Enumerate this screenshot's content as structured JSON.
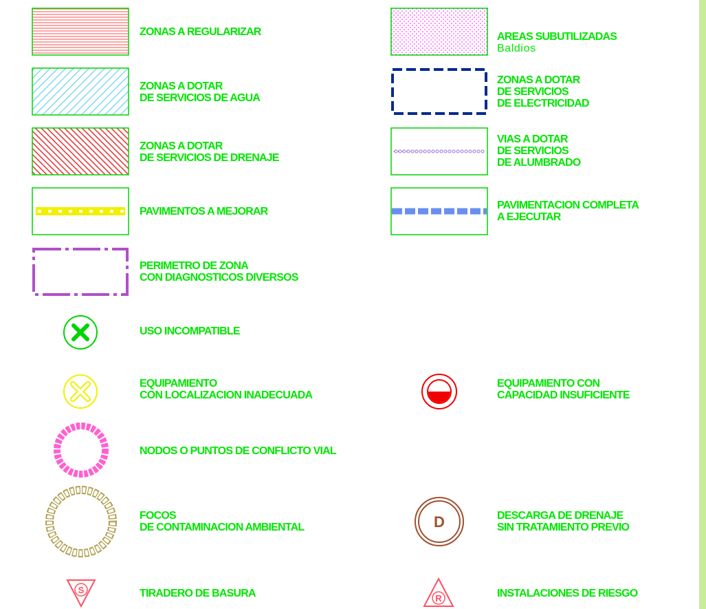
{
  "legend": {
    "items": [
      {
        "key": "zonas-regularizar",
        "text": "ZONAS A REGULARIZAR",
        "pattern_color": "#ff6b6b"
      },
      {
        "key": "areas-subutilizadas",
        "text": "AREAS SUBUTILIZADAS",
        "subtext": "Baldios",
        "pattern_color": "#ff40ff"
      },
      {
        "key": "zonas-agua",
        "text": "ZONAS A DOTAR\nDE SERVICIOS DE AGUA",
        "pattern_color": "#62d0f0"
      },
      {
        "key": "zonas-electricidad",
        "text": "ZONAS A DOTAR\nDE SERVICIOS\nDE ELECTRICIDAD",
        "pattern_color": "#002a90"
      },
      {
        "key": "zonas-drenaje",
        "text": "ZONAS A DOTAR\nDE SERVICIOS DE DRENAJE",
        "pattern_color": "#e02020"
      },
      {
        "key": "vias-alumbrado",
        "text": "VIAS A DOTAR\nDE SERVICIOS\nDE ALUMBRADO",
        "pattern_color": "#a070e0"
      },
      {
        "key": "pavimentos-mejorar",
        "text": "PAVIMENTOS A MEJORAR",
        "pattern_color": "#f0f000"
      },
      {
        "key": "pavimentacion-completa",
        "text": "PAVIMENTACION COMPLETA\nA EJECUTAR",
        "pattern_color": "#6a8ef0"
      },
      {
        "key": "perimetro-zona",
        "text": "PERIMETRO DE ZONA\nCON DIAGNOSTICOS DIVERSOS",
        "pattern_color": "#b050c8"
      },
      {
        "key": "uso-incompatible",
        "text": "USO INCOMPATIBLE",
        "pattern_color": "#00e600"
      },
      {
        "key": "equipamiento-localizacion",
        "text": "EQUIPAMIENTO\nCON LOCALIZACION INADECUADA",
        "pattern_color": "#f0f000"
      },
      {
        "key": "equipamiento-capacidad",
        "text": "EQUIPAMIENTO CON\nCAPACIDAD INSUFICIENTE",
        "pattern_color": "#f00000"
      },
      {
        "key": "nodos-conflicto",
        "text": "NODOS O PUNTOS DE CONFLICTO VIAL",
        "pattern_color": "#ff60d0"
      },
      {
        "key": "focos-contaminacion",
        "text": "FOCOS\nDE CONTAMINACION AMBIENTAL",
        "pattern_color": "#b0a050"
      },
      {
        "key": "descarga-drenaje",
        "text": "DESCARGA DE DRENAJE\nSIN TRATAMIENTO PREVIO",
        "pattern_color": "#a05030",
        "glyph": "D"
      },
      {
        "key": "tiradero-basura",
        "text": "TIRADERO DE BASURA",
        "pattern_color": "#ff5060",
        "glyph": "S"
      },
      {
        "key": "instalaciones-riesgo",
        "text": "INSTALACIONES DE RIESGO",
        "pattern_color": "#ff5060",
        "glyph": "R"
      }
    ],
    "label_color": "#00e600",
    "frame_color": "#00d400",
    "sidebar_color": "#c8ec9a"
  }
}
